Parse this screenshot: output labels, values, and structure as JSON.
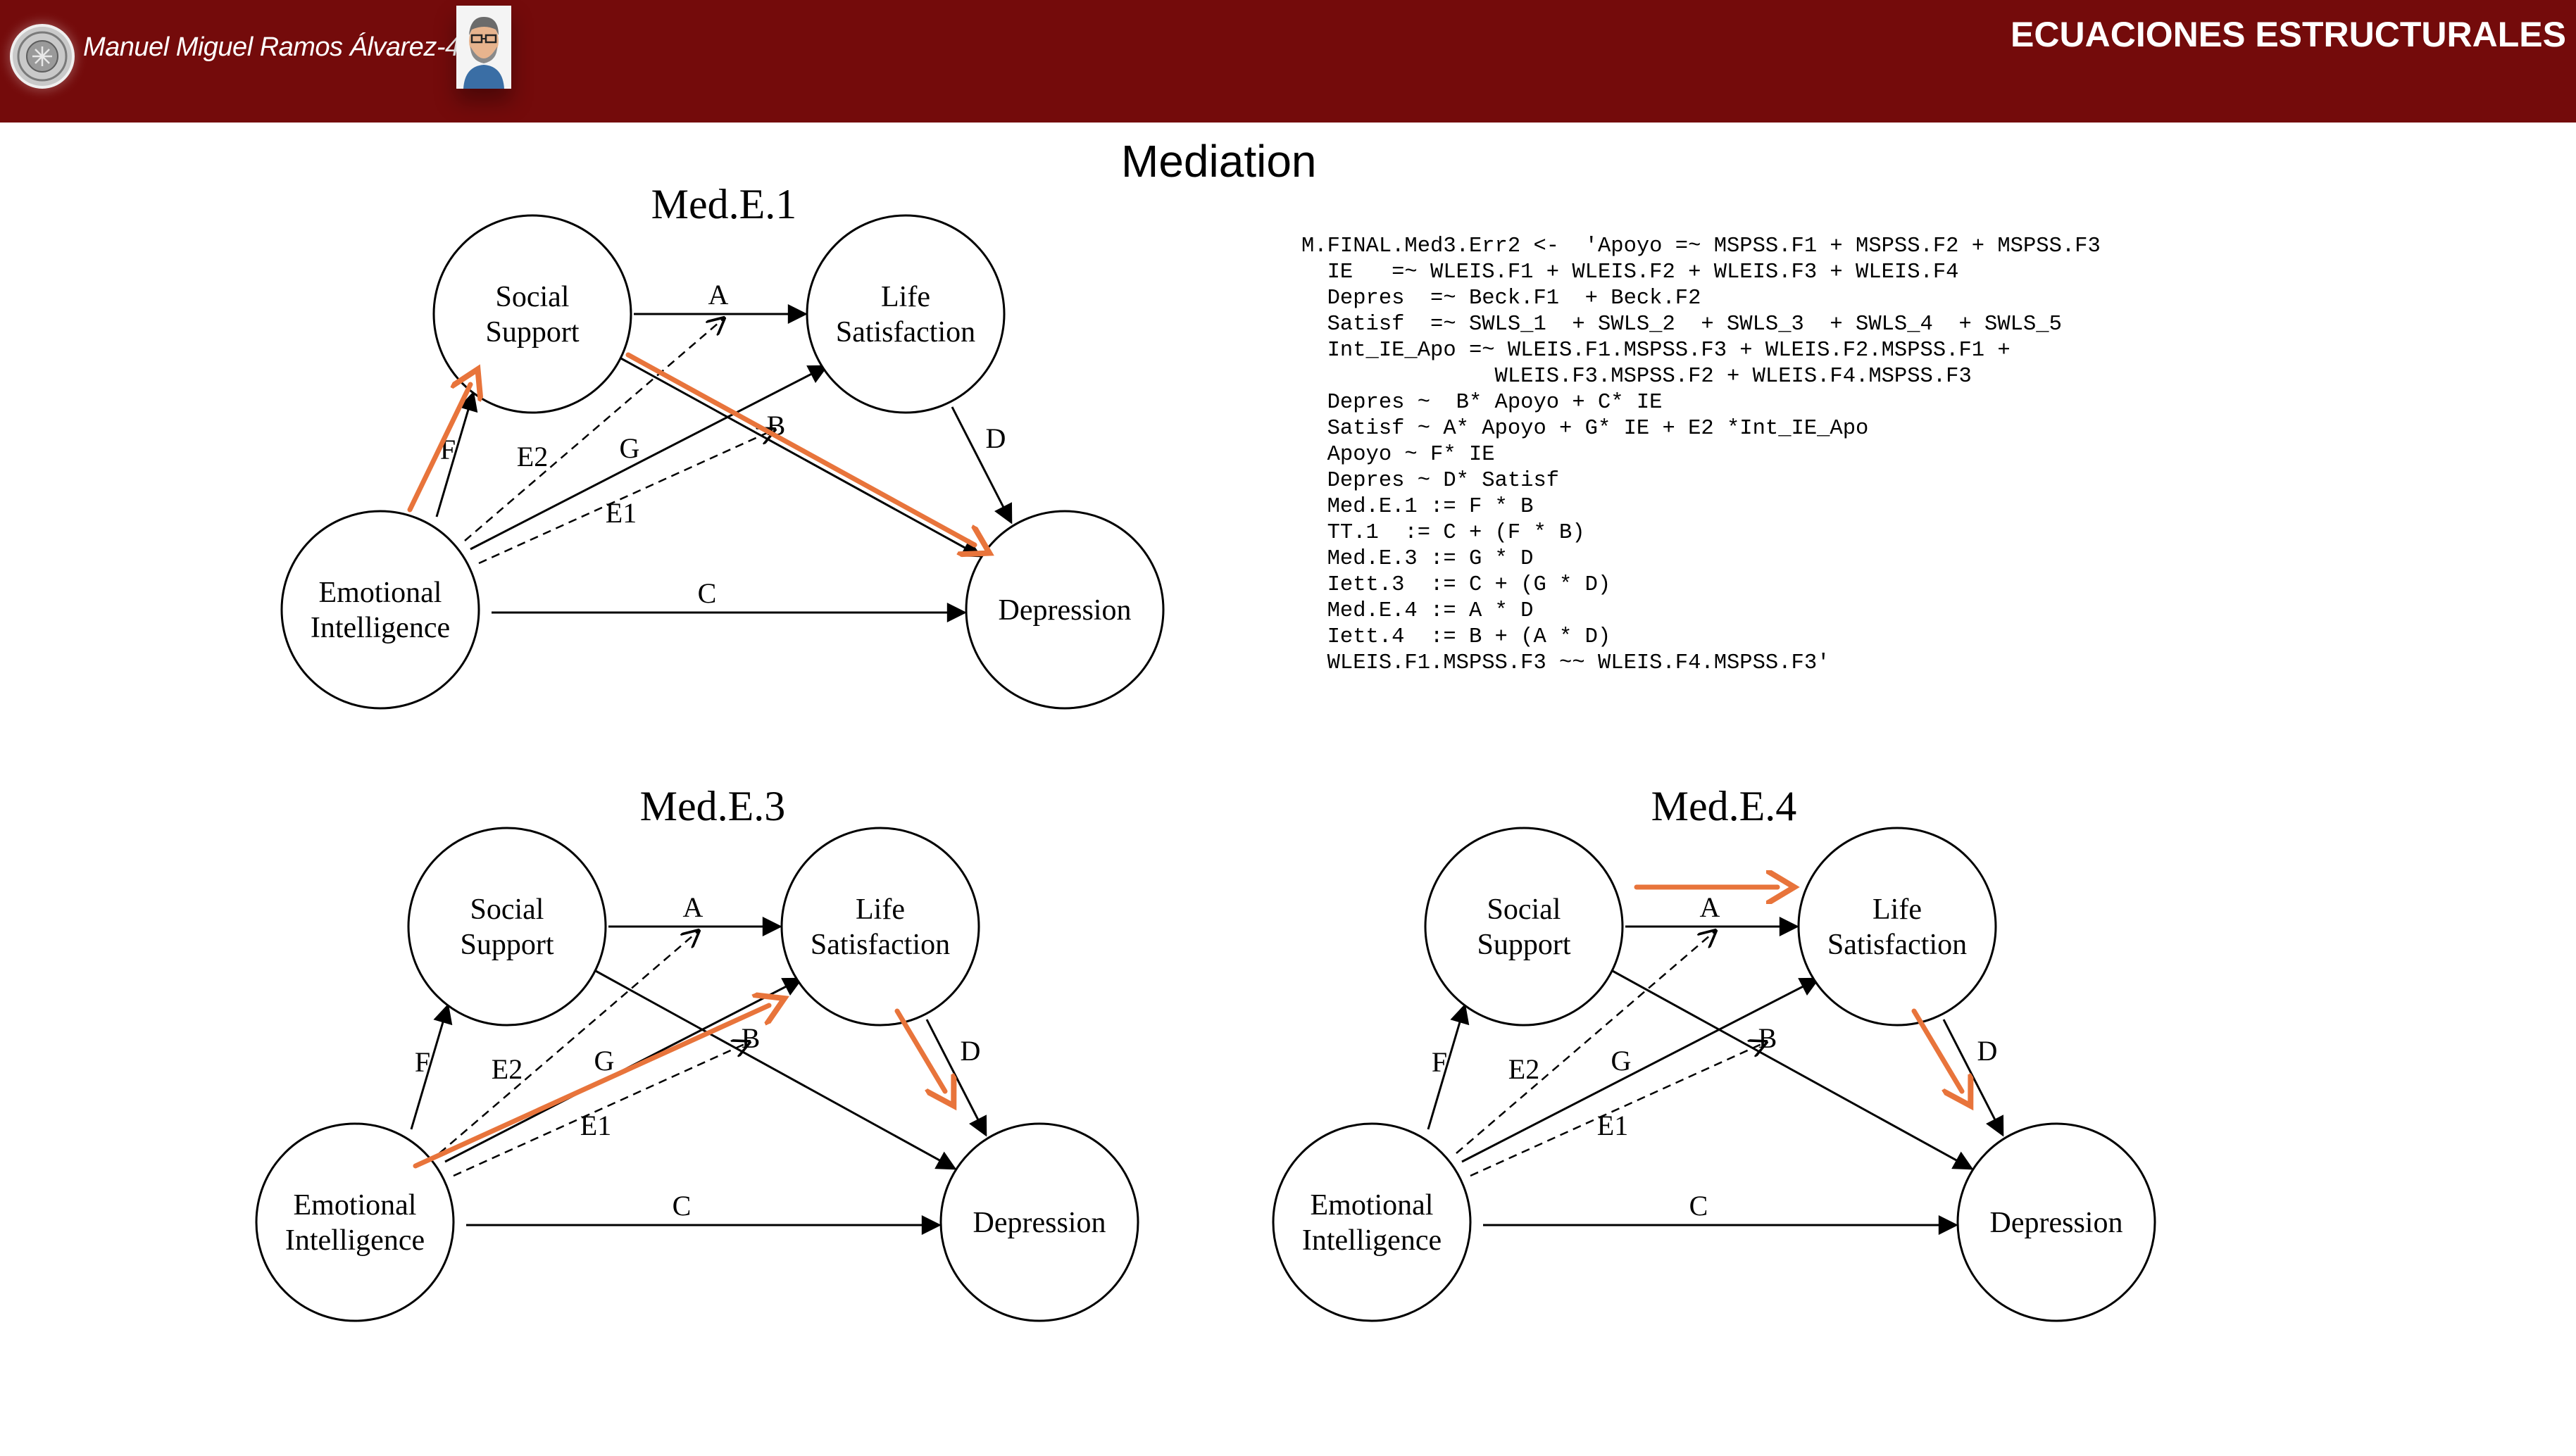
{
  "header": {
    "author": "Manuel Miguel Ramos Álvarez-4",
    "section_title": "ECUACIONES ESTRUCTURALES"
  },
  "slide": {
    "title": "Mediation"
  },
  "colors": {
    "header_bg": "#740b0b",
    "highlight_arrow": "#e8743b",
    "text": "#000000"
  },
  "icons": [
    "university-seal-icon",
    "author-avatar-icon"
  ],
  "code": {
    "lines": [
      "M.FINAL.Med3.Err2 <-  'Apoyo =~ MSPSS.F1 + MSPSS.F2 + MSPSS.F3",
      "  IE   =~ WLEIS.F1 + WLEIS.F2 + WLEIS.F3 + WLEIS.F4",
      "  Depres  =~ Beck.F1  + Beck.F2",
      "  Satisf  =~ SWLS_1  + SWLS_2  + SWLS_3  + SWLS_4  + SWLS_5",
      "  Int_IE_Apo =~ WLEIS.F1.MSPSS.F3 + WLEIS.F2.MSPSS.F1 +",
      "               WLEIS.F3.MSPSS.F2 + WLEIS.F4.MSPSS.F3",
      "  Depres ~  B* Apoyo + C* IE",
      "  Satisf ~ A* Apoyo + G* IE + E2 *Int_IE_Apo",
      "  Apoyo ~ F* IE",
      "  Depres ~ D* Satisf",
      "",
      "  Med.E.1 := F * B",
      "  TT.1  := C + (F * B)",
      "  Med.E.3 := G * D",
      "  Iett.3  := C + (G * D)",
      "  Med.E.4 := A * D",
      "  Iett.4  := B + (A * D)",
      "",
      "  WLEIS.F1.MSPSS.F3 ~~ WLEIS.F4.MSPSS.F3'"
    ]
  },
  "diagrams": [
    {
      "title": "Med.E.1",
      "nodes": {
        "social_support": [
          "Social",
          "Support"
        ],
        "life_satisfaction": [
          "Life",
          "Satisfaction"
        ],
        "emotional_intelligence": [
          "Emotional",
          "Intelligence"
        ],
        "depression": [
          "Depression"
        ]
      },
      "edge_labels": {
        "A": "A",
        "B": "B",
        "C": "C",
        "D": "D",
        "F": "F",
        "G": "G",
        "E1": "E1",
        "E2": "E2"
      },
      "highlighted_paths": [
        "F",
        "B"
      ]
    },
    {
      "title": "Med.E.3",
      "nodes": {
        "social_support": [
          "Social",
          "Support"
        ],
        "life_satisfaction": [
          "Life",
          "Satisfaction"
        ],
        "emotional_intelligence": [
          "Emotional",
          "Intelligence"
        ],
        "depression": [
          "Depression"
        ]
      },
      "edge_labels": {
        "A": "A",
        "B": "B",
        "C": "C",
        "D": "D",
        "F": "F",
        "G": "G",
        "E1": "E1",
        "E2": "E2"
      },
      "highlighted_paths": [
        "G",
        "D"
      ]
    },
    {
      "title": "Med.E.4",
      "nodes": {
        "social_support": [
          "Social",
          "Support"
        ],
        "life_satisfaction": [
          "Life",
          "Satisfaction"
        ],
        "emotional_intelligence": [
          "Emotional",
          "Intelligence"
        ],
        "depression": [
          "Depression"
        ]
      },
      "edge_labels": {
        "A": "A",
        "B": "B",
        "C": "C",
        "D": "D",
        "F": "F",
        "G": "G",
        "E1": "E1",
        "E2": "E2"
      },
      "highlighted_paths": [
        "A",
        "D"
      ]
    }
  ]
}
